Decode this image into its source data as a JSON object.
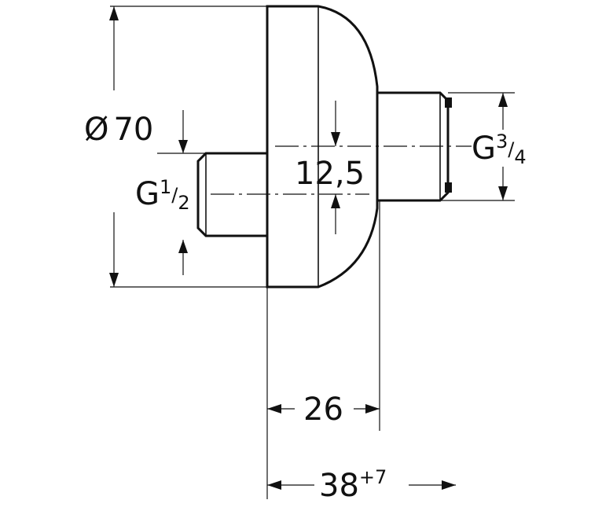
{
  "dimensions": {
    "diameter": {
      "symbol": "Ø",
      "value": "70"
    },
    "inlet_thread": {
      "prefix": "G",
      "num": "1",
      "slash": "/",
      "den": "2"
    },
    "outlet_thread": {
      "prefix": "G",
      "num": "3",
      "slash": "/",
      "den": "4"
    },
    "offset": "12,5",
    "body_depth": "26",
    "total_depth": {
      "value": "38",
      "tolerance": "+7"
    }
  }
}
